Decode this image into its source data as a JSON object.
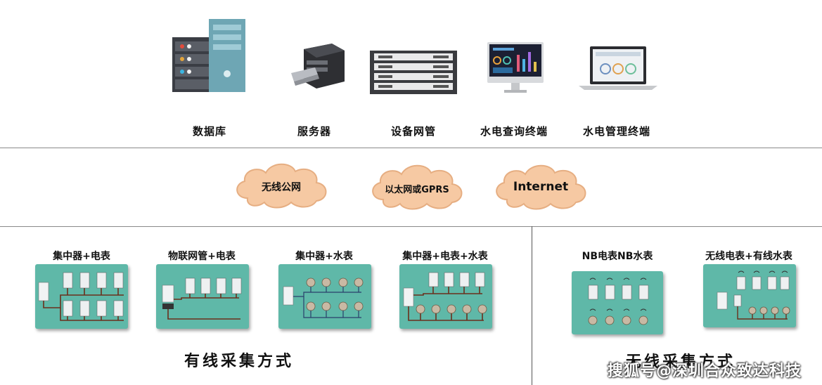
{
  "devices": [
    {
      "label": "数据库",
      "icon": "database-server-icon"
    },
    {
      "label": "服务器",
      "icon": "server-icon"
    },
    {
      "label": "设备网管",
      "icon": "rack-network-icon"
    },
    {
      "label": "水电查询终端",
      "icon": "desktop-monitor-icon"
    },
    {
      "label": "水电管理终端",
      "icon": "laptop-icon"
    }
  ],
  "networks": [
    {
      "label": "无线公网"
    },
    {
      "label": "以太网或GPRS"
    },
    {
      "label": "Internet"
    }
  ],
  "wired": {
    "title": "有线采集方式",
    "panels": [
      {
        "label": "集中器+电表"
      },
      {
        "label": "物联网管+电表"
      },
      {
        "label": "集中器+水表"
      },
      {
        "label": "集中器+电表+水表"
      }
    ]
  },
  "wireless": {
    "title": "无线采集方式",
    "panels": [
      {
        "label": "NB电表NB水表"
      },
      {
        "label": "无线电表+有线水表"
      }
    ]
  },
  "watermark": "搜狐号@深圳合众致达科技",
  "colors": {
    "panel": "#5fb8a8",
    "cloud": "#f6c9a3",
    "cloud_edge": "#e6ae82"
  }
}
